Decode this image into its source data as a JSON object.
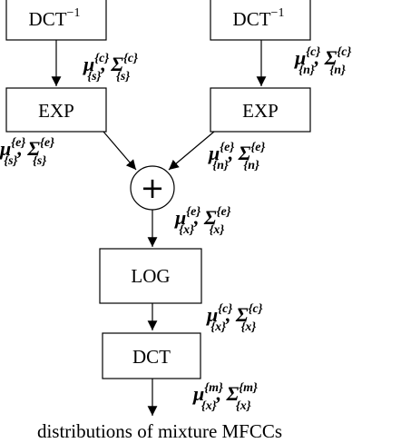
{
  "boxes": {
    "dct_inv_left": "DCT",
    "dct_inv_right": "DCT",
    "inv_superscript": "−1",
    "exp_left": "EXP",
    "exp_right": "EXP",
    "log": "LOG",
    "dct": "DCT"
  },
  "adder_symbol": "+",
  "labels": {
    "speech_cepstral": {
      "mu": "μ",
      "sigma": "Σ",
      "sup": "{c}",
      "sub": "{s}"
    },
    "noise_cepstral": {
      "mu": "μ",
      "sigma": "Σ",
      "sup": "{c}",
      "sub": "{n}"
    },
    "speech_exp": {
      "mu": "μ",
      "sigma": "Σ",
      "sup": "{e}",
      "sub": "{s}"
    },
    "noise_exp": {
      "mu": "μ",
      "sigma": "Σ",
      "sup": "{e}",
      "sub": "{n}"
    },
    "mixture_exp": {
      "mu": "μ",
      "sigma": "Σ",
      "sup": "{e}",
      "sub": "{x}"
    },
    "mixture_cepstral": {
      "mu": "μ",
      "sigma": "Σ",
      "sup": "{c}",
      "sub": "{x}"
    },
    "mixture_mfcc": {
      "mu": "μ",
      "sigma": "Σ",
      "sup": "{m}",
      "sub": "{x}"
    }
  },
  "caption": "distributions of mixture MFCCs"
}
